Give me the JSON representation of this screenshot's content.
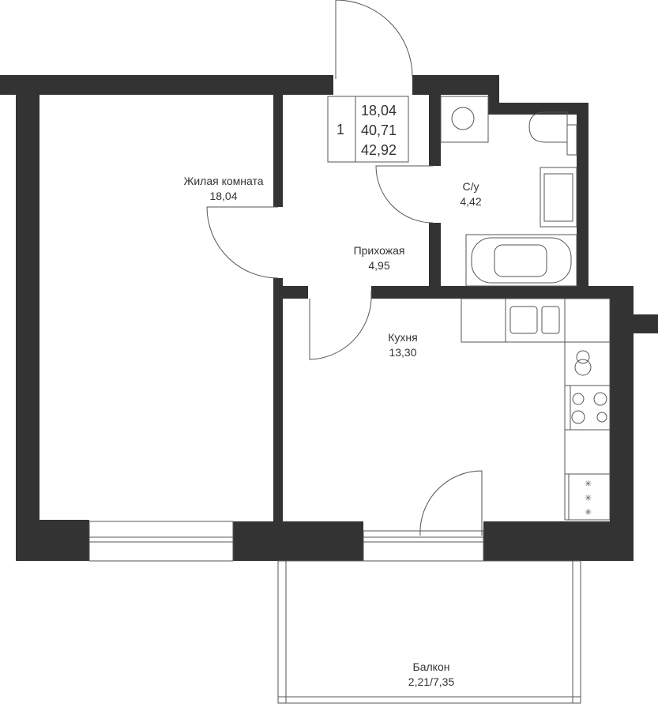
{
  "summary": {
    "rooms": "1",
    "living_area": "18,04",
    "total_area": "40,71",
    "total_with_balcony": "42,92"
  },
  "rooms": [
    {
      "name": "Жилая комната",
      "area": "18,04"
    },
    {
      "name": "С/у",
      "area": "4,42"
    },
    {
      "name": "Прихожая",
      "area": "4,95"
    },
    {
      "name": "Кухня",
      "area": "13,30"
    },
    {
      "name": "Балкон",
      "area": "2,21/7,35"
    }
  ],
  "colors": {
    "wall": "#333333",
    "line": "#555555"
  }
}
